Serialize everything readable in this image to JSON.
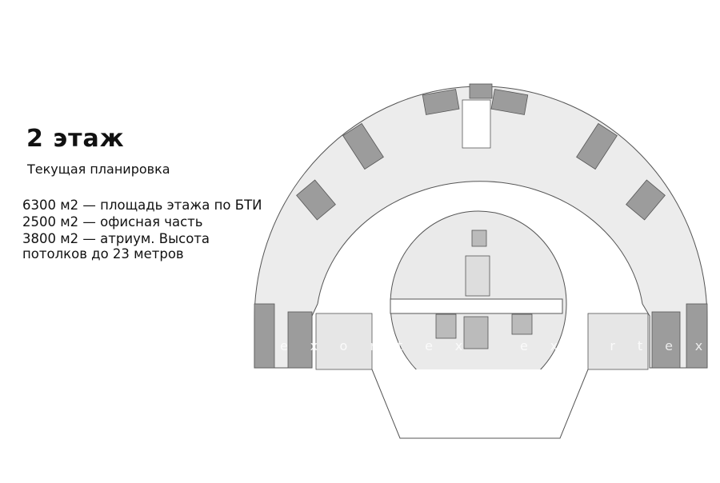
{
  "header": {
    "title": "2 этаж",
    "subtitle": "Текущая планировка"
  },
  "stats": [
    "6300 м2 — площадь этажа по БТИ",
    "2500 м2 — офисная часть",
    "3800 м2 — атриум. Высота",
    "потолков до 23 метров"
  ],
  "watermark": "exortex",
  "colors": {
    "floor": "#ececec",
    "core": "#9a9a9a",
    "line": "#555555"
  }
}
